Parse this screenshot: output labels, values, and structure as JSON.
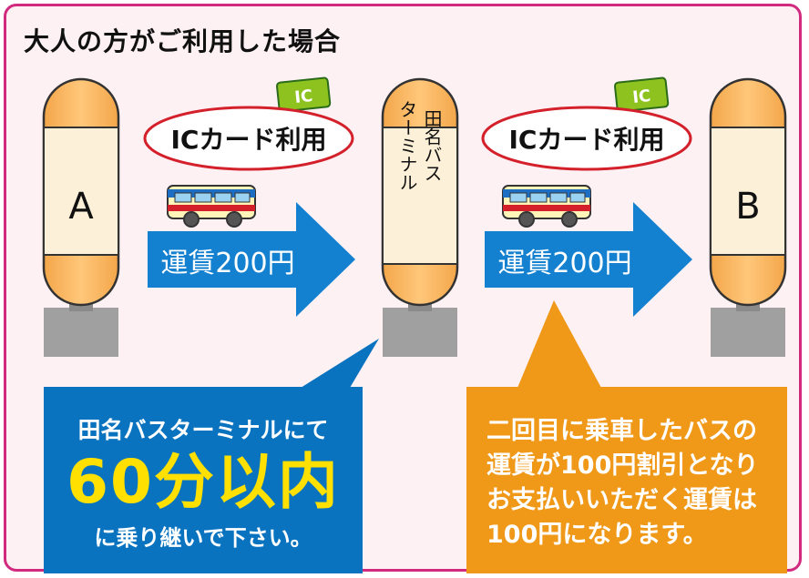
{
  "title": "大人の方がご利用した場合",
  "stops": {
    "a": "A",
    "middle": [
      "田名バス",
      "ターミナル"
    ],
    "b": "B"
  },
  "ic_tag": "IC",
  "ic_usage": "ICカード利用",
  "fare": "運賃200円",
  "blue_callout": {
    "line1": "田名バスターミナルにて",
    "emphasis": "60分以内",
    "line3": "に乗り継いで下さい。"
  },
  "orange_callout": {
    "lines": [
      "二回目に乗車したバスの",
      "運賃が100円割引となり",
      "お支払いいただく運賃は",
      "100円になります。"
    ]
  },
  "colors": {
    "border": "#d12a7f",
    "background": "#fdf1f4",
    "blue": "#0a73c0",
    "orange": "#f09818",
    "highlight_yellow": "#ffe000",
    "ic_green": "#8dc21f",
    "oval_red": "#d4202a"
  }
}
